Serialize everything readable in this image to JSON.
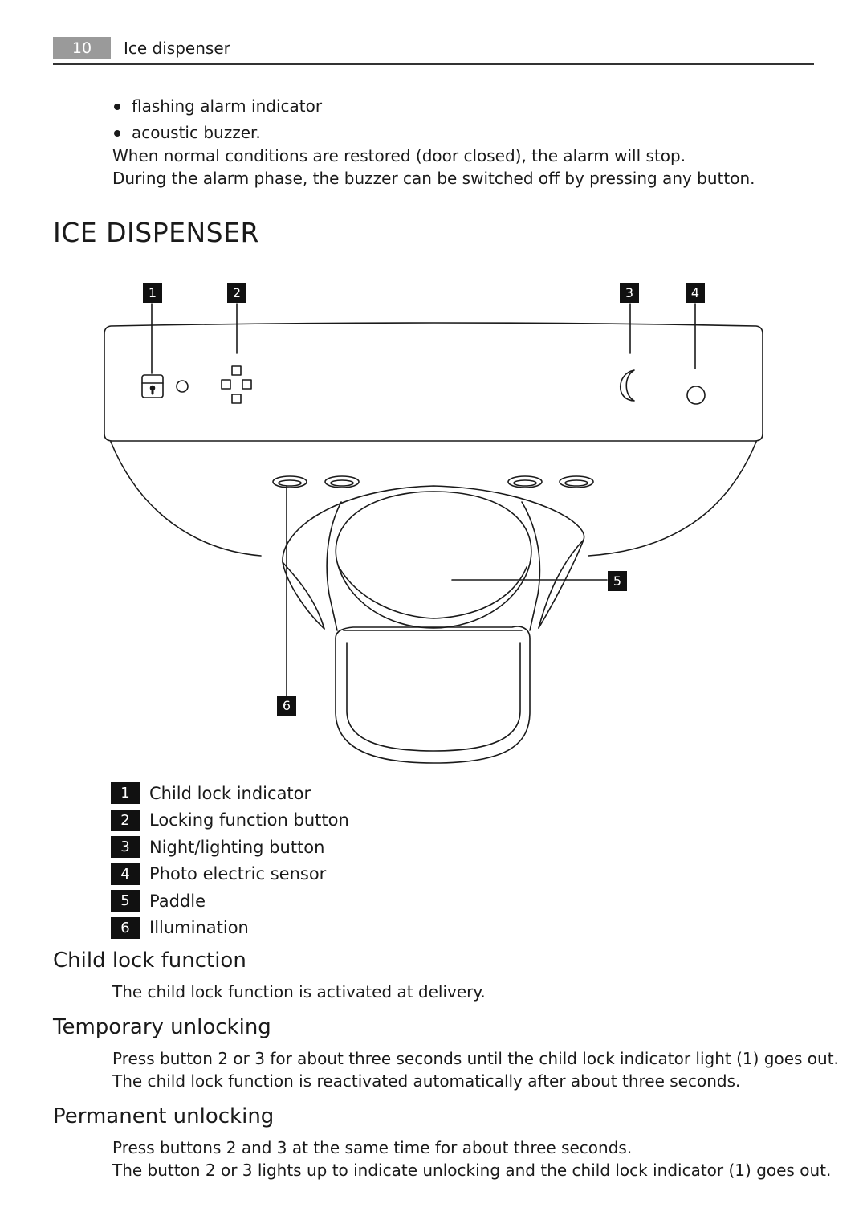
{
  "header": {
    "page_number": "10",
    "section_title": "Ice dispenser"
  },
  "intro": {
    "bullets": [
      "flashing alarm indicator",
      "acoustic buzzer."
    ],
    "para1": "When normal conditions are restored (door closed), the alarm will stop.",
    "para2": "During the alarm phase, the buzzer can be switched off by pressing any button."
  },
  "heading": "ICE DISPENSER",
  "diagram": {
    "callouts": [
      "1",
      "2",
      "3",
      "4",
      "5",
      "6"
    ],
    "icons": [
      "lock-icon",
      "indicator-light-icon",
      "locking-grid-icon",
      "moon-icon",
      "photo-sensor-icon"
    ]
  },
  "legend": [
    {
      "num": "1",
      "label": "Child lock indicator"
    },
    {
      "num": "2",
      "label": "Locking function button"
    },
    {
      "num": "3",
      "label": "Night/lighting button"
    },
    {
      "num": "4",
      "label": "Photo electric sensor"
    },
    {
      "num": "5",
      "label": "Paddle"
    },
    {
      "num": "6",
      "label": "Illumination"
    }
  ],
  "child_lock": {
    "title": "Child lock function",
    "text": "The child lock function is activated at delivery."
  },
  "temporary": {
    "title": "Temporary unlocking",
    "line1": "Press button 2 or 3 for about three seconds until the child lock indicator light (1) goes out.",
    "line2": "The child lock function is reactivated automatically after about three seconds."
  },
  "permanent": {
    "title": "Permanent unlocking",
    "line1": "Press buttons 2 and 3 at the same time for about three seconds.",
    "line2": "The button 2 or 3 lights up to indicate unlocking and the child lock indicator (1) goes out."
  }
}
